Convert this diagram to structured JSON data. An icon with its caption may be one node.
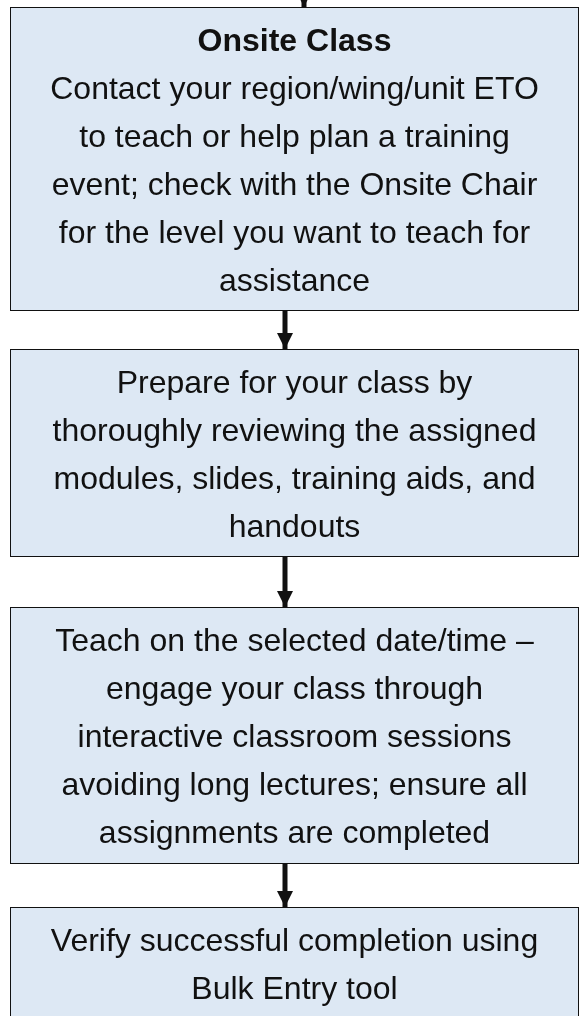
{
  "diagram": {
    "nodes": [
      {
        "text": [
          "Onsite Class",
          "Contact your region/wing/unit ETO to teach or help plan a training event; check with the Onsite Chair for the level  you want to teach for assistance"
        ]
      },
      {
        "text": [
          "Prepare for your class by thoroughly reviewing the assigned modules, slides, training aids, and handouts"
        ]
      },
      {
        "text": [
          "Teach on the selected date/time – engage your class through interactive classroom sessions avoiding long lectures; ensure all assignments are completed"
        ]
      },
      {
        "text": [
          "Verify successful completion using Bulk Entry tool"
        ]
      }
    ],
    "edges": [
      {
        "from": null,
        "to": 0,
        "arrow": "to"
      },
      {
        "from": 0,
        "to": 1,
        "arrow": "to"
      },
      {
        "from": 1,
        "to": 2,
        "arrow": "to"
      },
      {
        "from": 2,
        "to": 3,
        "arrow": "to"
      }
    ]
  }
}
